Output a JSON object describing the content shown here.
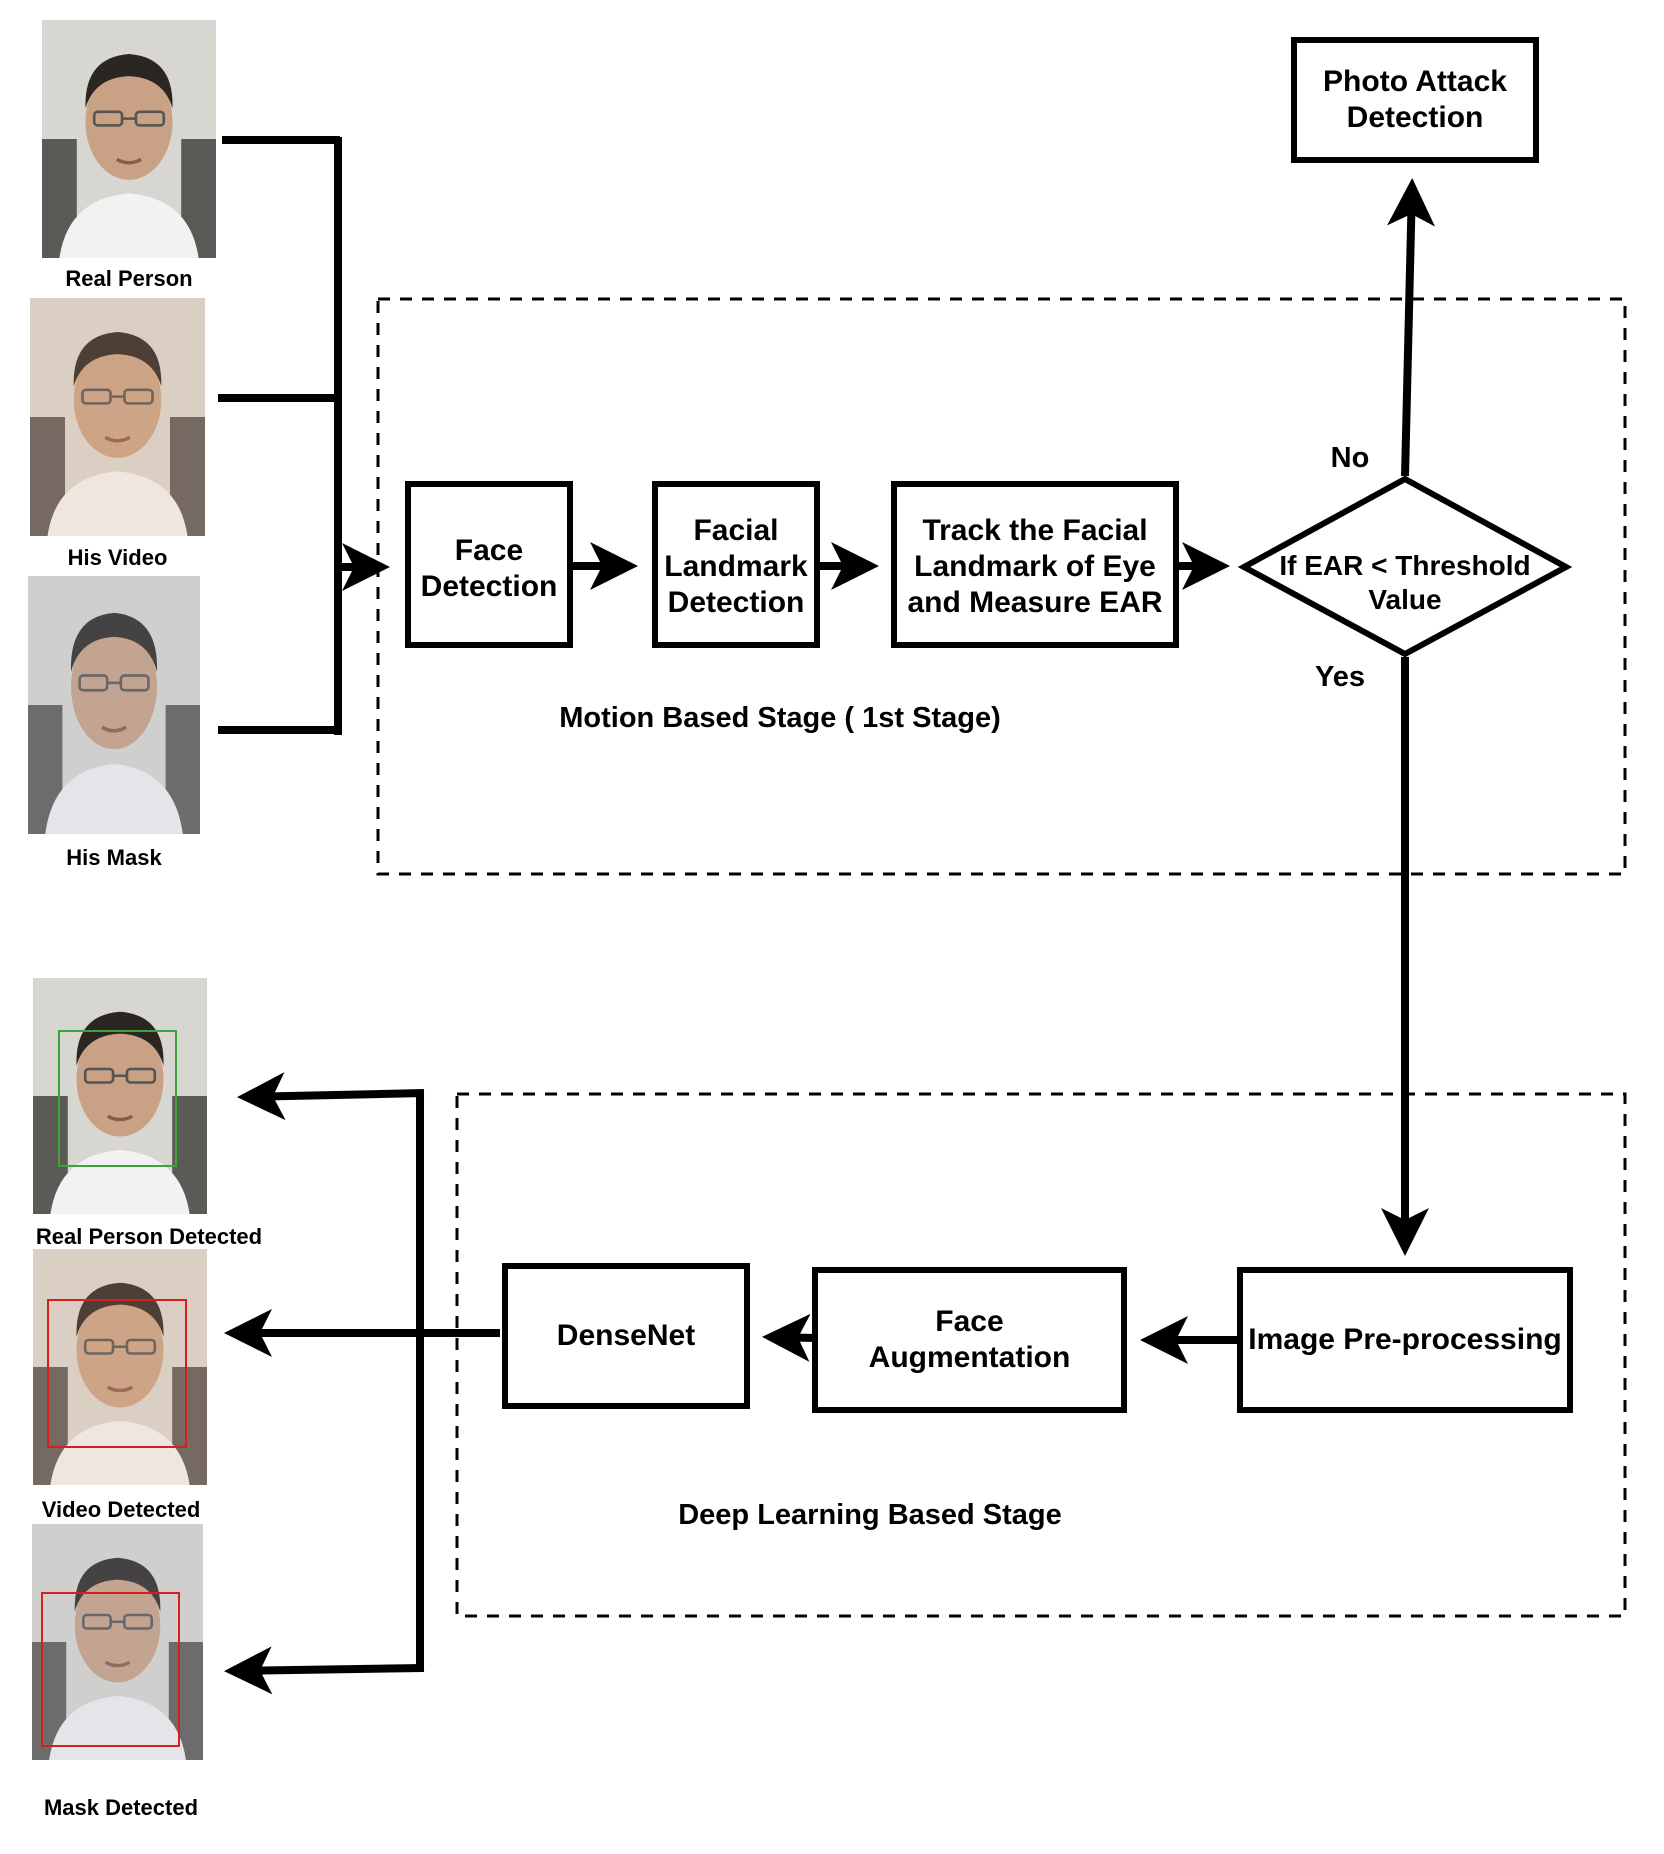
{
  "inputs": [
    {
      "caption": "Real Person"
    },
    {
      "caption": "His Video"
    },
    {
      "caption": "His Mask"
    }
  ],
  "outputs": [
    {
      "caption": "Real Person Detected",
      "box_color": "#3aa63a"
    },
    {
      "caption": "Video Detected",
      "box_color": "#d62020"
    },
    {
      "caption": "Mask Detected",
      "box_color": "#d62020"
    }
  ],
  "stage1": {
    "title": "Motion Based Stage ( 1st Stage)",
    "face_detection": [
      "Face",
      "Detection"
    ],
    "facial_landmark": [
      "Facial",
      "Landmark",
      "Detection"
    ],
    "track": [
      "Track the Facial",
      "Landmark of Eye",
      "and Measure EAR"
    ],
    "decision": [
      "If EAR < Threshold",
      "Value"
    ],
    "no_label": "No",
    "yes_label": "Yes"
  },
  "photo_attack": [
    "Photo Attack",
    "Detection"
  ],
  "stage2": {
    "title": "Deep Learning Based Stage",
    "preprocessing": "Image Pre-processing",
    "augmentation": [
      "Face",
      "Augmentation"
    ],
    "densenet": "DenseNet"
  },
  "colors": {
    "line": "#000000",
    "skin": "#c9a184",
    "hair": "#2b2622",
    "shirt": "#f2f2f2",
    "office_bg": "#d8d6d0"
  }
}
